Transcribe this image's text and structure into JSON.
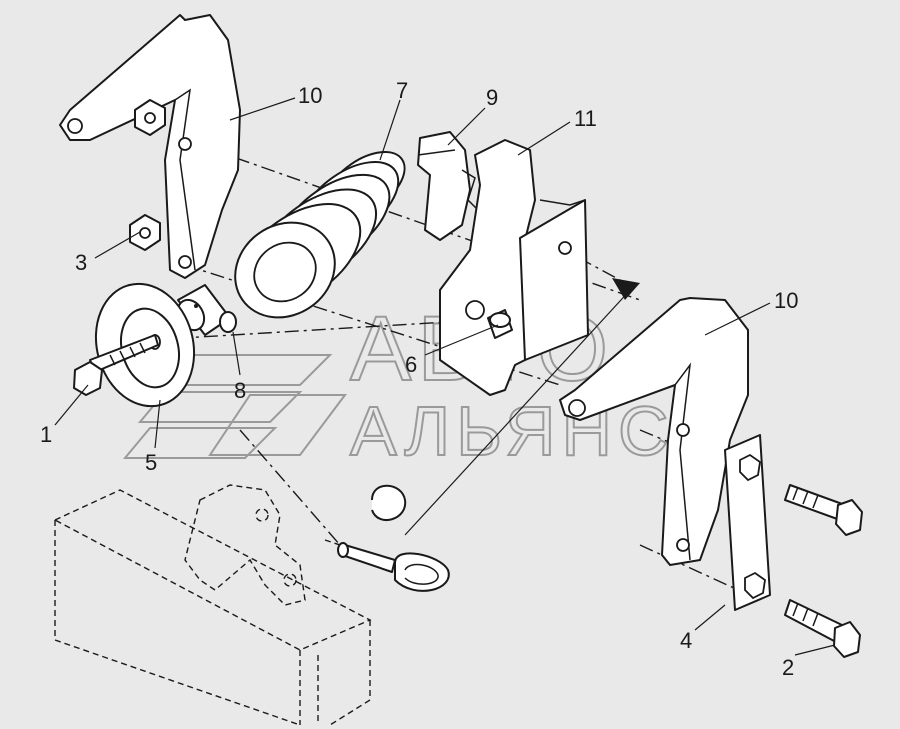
{
  "diagram": {
    "callouts": [
      {
        "id": "c1",
        "label": "1"
      },
      {
        "id": "c2",
        "label": "2"
      },
      {
        "id": "c3",
        "label": "3"
      },
      {
        "id": "c4",
        "label": "4"
      },
      {
        "id": "c5",
        "label": "5"
      },
      {
        "id": "c6",
        "label": "6"
      },
      {
        "id": "c7",
        "label": "7"
      },
      {
        "id": "c8",
        "label": "8"
      },
      {
        "id": "c9",
        "label": "9"
      },
      {
        "id": "c10a",
        "label": "10"
      },
      {
        "id": "c10b",
        "label": "10"
      },
      {
        "id": "c11",
        "label": "11"
      }
    ],
    "watermark": {
      "line1": "АВТО",
      "line2": "АЛЬЯНС"
    },
    "colors": {
      "background": "#e9e9e9",
      "line": "#1a1a1a",
      "watermark": "#9a9a9a"
    }
  }
}
